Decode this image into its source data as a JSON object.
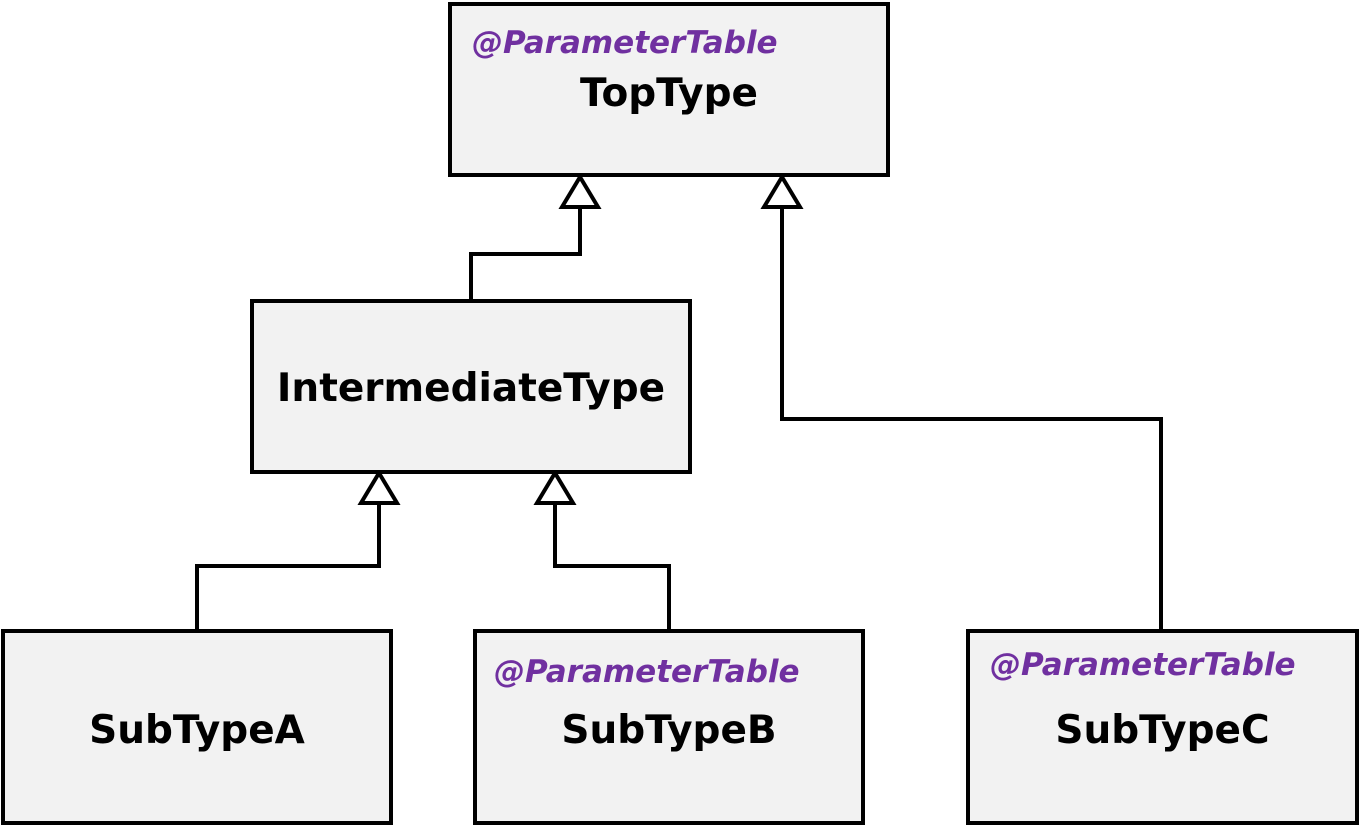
{
  "colors": {
    "box_fill": "#f2f2f2",
    "box_border": "#000000",
    "annotation": "#7030a0",
    "text": "#000000"
  },
  "nodes": {
    "top": {
      "annotation": "@ParameterTable",
      "name": "TopType"
    },
    "intermediate": {
      "name": "IntermediateType"
    },
    "sub_a": {
      "name": "SubTypeA"
    },
    "sub_b": {
      "annotation": "@ParameterTable",
      "name": "SubTypeB"
    },
    "sub_c": {
      "annotation": "@ParameterTable",
      "name": "SubTypeC"
    }
  },
  "edges": [
    {
      "from": "intermediate",
      "to": "top",
      "kind": "generalization"
    },
    {
      "from": "sub_c",
      "to": "top",
      "kind": "generalization"
    },
    {
      "from": "sub_a",
      "to": "intermediate",
      "kind": "generalization"
    },
    {
      "from": "sub_b",
      "to": "intermediate",
      "kind": "generalization"
    }
  ]
}
